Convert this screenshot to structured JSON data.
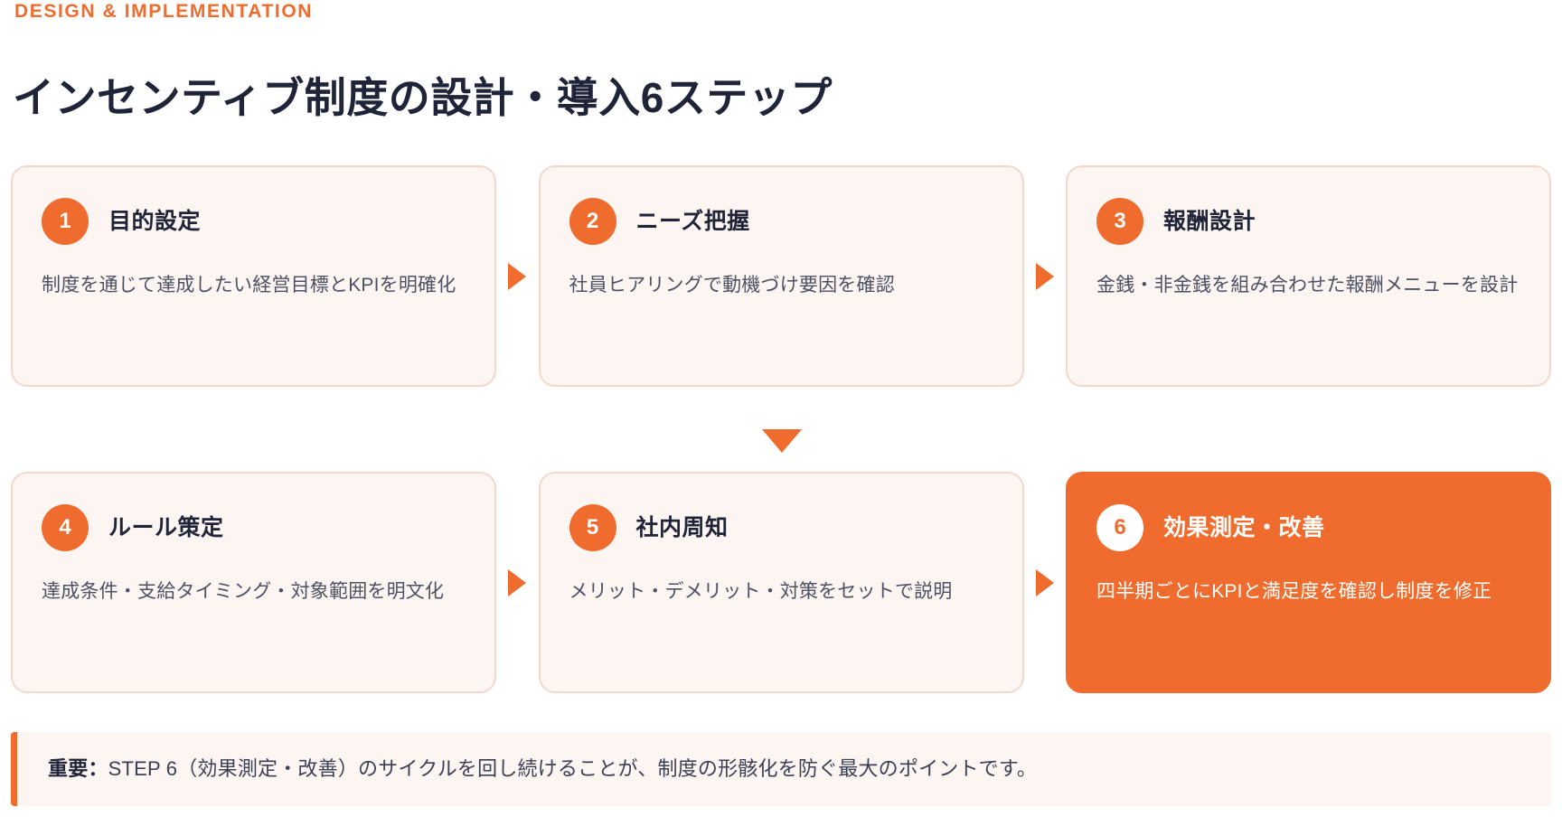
{
  "header": {
    "eyebrow": "DESIGN & IMPLEMENTATION",
    "title": "インセンティブ制度の設計・導入6ステップ"
  },
  "colors": {
    "accent": "#ef6c2e",
    "card_bg": "#fdf5f2",
    "card_border": "#f2d8cb",
    "title": "#1f2438",
    "body_text": "#4c5163"
  },
  "steps": [
    {
      "number": "1",
      "title": "目的設定",
      "description": "制度を通じて達成したい経営目標とKPIを明確化",
      "highlight": false
    },
    {
      "number": "2",
      "title": "ニーズ把握",
      "description": "社員ヒアリングで動機づけ要因を確認",
      "highlight": false
    },
    {
      "number": "3",
      "title": "報酬設計",
      "description": "金銭・非金銭を組み合わせた報酬メニューを設計",
      "highlight": false
    },
    {
      "number": "4",
      "title": "ルール策定",
      "description": "達成条件・支給タイミング・対象範囲を明文化",
      "highlight": false
    },
    {
      "number": "5",
      "title": "社内周知",
      "description": "メリット・デメリット・対策をセットで説明",
      "highlight": false
    },
    {
      "number": "6",
      "title": "効果測定・改善",
      "description": "四半期ごとにKPIと満足度を確認し制度を修正",
      "highlight": true
    }
  ],
  "callout": {
    "label": "重要：",
    "text": "STEP 6（効果測定・改善）のサイクルを回し続けることが、制度の形骸化を防ぐ最大のポイントです。"
  }
}
